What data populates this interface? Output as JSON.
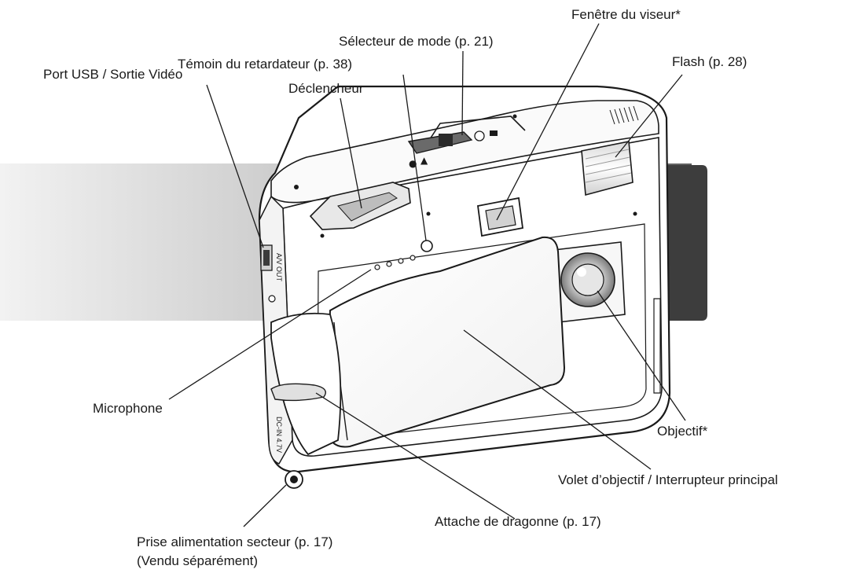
{
  "labels": {
    "viewfinder": "Fenêtre du viseur*",
    "mode_selector": "Sélecteur de mode (p. 21)",
    "flash": "Flash (p. 28)",
    "self_timer_lamp": "Témoin du retardateur (p. 38)",
    "shutter_button": "Déclencheur",
    "usb_port": "Port USB / Sortie Vidéo",
    "microphone": "Microphone",
    "lens": "Objectif*",
    "lens_cover": "Volet d’objectif / Interrupteur principal",
    "strap_eyelet": "Attache de dragonne (p. 17)",
    "dc_terminal_line1": "Prise alimentation secteur (p. 17)",
    "dc_terminal_line2": "(Vendu séparément)"
  },
  "body_print": {
    "av_out": "A/V OUT",
    "dc_in": "DC-IN 4.7V"
  },
  "colors": {
    "band_left": "#ececec",
    "band_mid": "#7a7a7a",
    "band_right": "#3a3a3a",
    "camera_body": "#ffffff",
    "line": "#1a1a1a"
  }
}
